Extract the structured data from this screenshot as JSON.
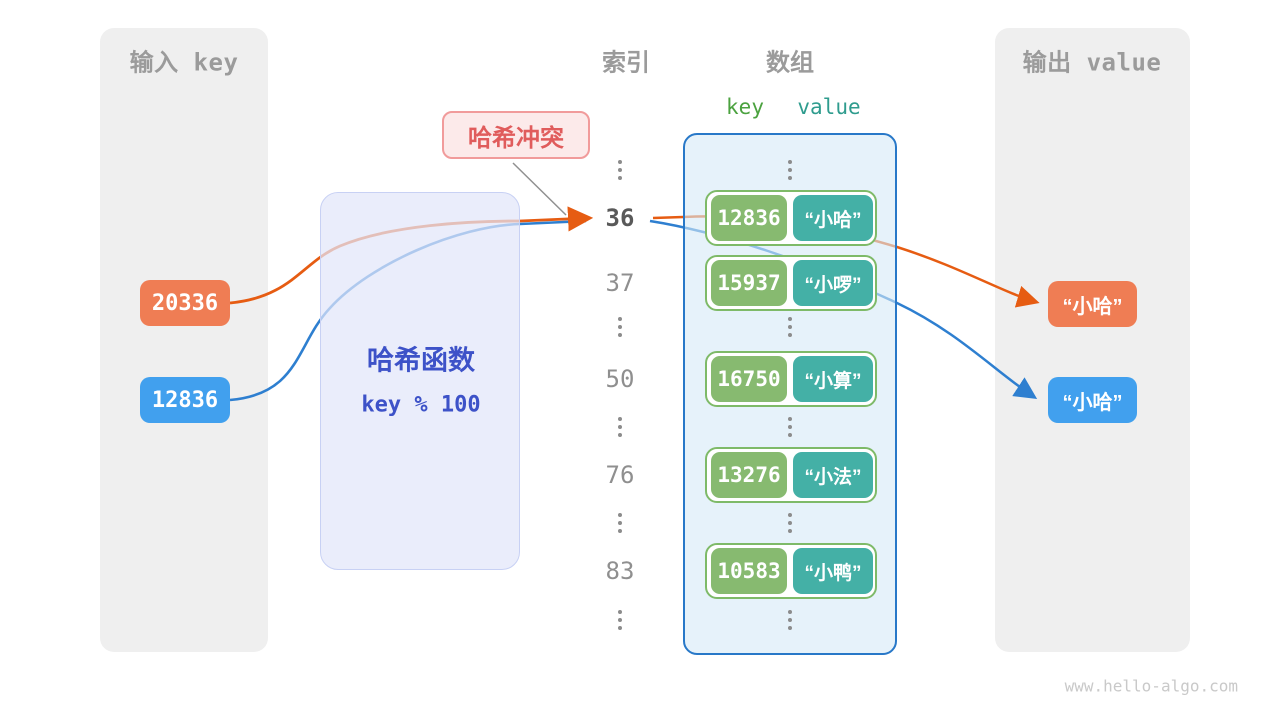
{
  "watermark": "www.hello-algo.com",
  "colors": {
    "orange": "#EF7D54",
    "blue": "#41A0EE",
    "green": "#87BA70",
    "teal": "#44B0A6",
    "pair-border": "#7EBA68",
    "array-border": "#2878C8",
    "hash-border": "#C8D1F4",
    "hash-text": "#3D52C8",
    "collision": "#E05C5C",
    "collision-border": "#F19B9B",
    "collision-bg": "#FCEAEA",
    "panel": "#EFEFEF",
    "title": "#9B9B9B",
    "index": "#8F8F8F",
    "index-dark": "#595959",
    "dot": "#8C8C8C",
    "arrow-orange": "#E65C12",
    "arrow-blue": "#2E7FD0",
    "key-header": "#4BA23F",
    "value-header": "#2F9C8E",
    "watermark": "#C9C9C9"
  },
  "input_panel": {
    "title": "输入 key",
    "keys": [
      {
        "label": "20336",
        "color": "orange"
      },
      {
        "label": "12836",
        "color": "blue"
      }
    ]
  },
  "hash_box": {
    "title": "哈希函数",
    "formula": "key % 100"
  },
  "collision_label": {
    "text": "哈希冲突"
  },
  "index_column": {
    "title": "索引",
    "items": [
      {
        "type": "dots"
      },
      {
        "type": "index",
        "label": "36",
        "highlight": true
      },
      {
        "type": "index",
        "label": "37",
        "highlight": false
      },
      {
        "type": "dots"
      },
      {
        "type": "index",
        "label": "50",
        "highlight": false
      },
      {
        "type": "dots"
      },
      {
        "type": "index",
        "label": "76",
        "highlight": false
      },
      {
        "type": "dots"
      },
      {
        "type": "index",
        "label": "83",
        "highlight": false
      },
      {
        "type": "dots"
      }
    ]
  },
  "array_panel": {
    "title": "数组",
    "key_header": "key",
    "value_header": "value",
    "items": [
      {
        "type": "dots"
      },
      {
        "type": "pair",
        "key": "12836",
        "value": "“小哈”"
      },
      {
        "type": "pair",
        "key": "15937",
        "value": "“小啰”"
      },
      {
        "type": "dots"
      },
      {
        "type": "pair",
        "key": "16750",
        "value": "“小算”"
      },
      {
        "type": "dots"
      },
      {
        "type": "pair",
        "key": "13276",
        "value": "“小法”"
      },
      {
        "type": "dots"
      },
      {
        "type": "pair",
        "key": "10583",
        "value": "“小鸭”"
      },
      {
        "type": "dots"
      }
    ]
  },
  "output_panel": {
    "title": "输出 value",
    "values": [
      {
        "label": "“小哈”",
        "color": "orange"
      },
      {
        "label": "“小哈”",
        "color": "blue"
      }
    ]
  }
}
